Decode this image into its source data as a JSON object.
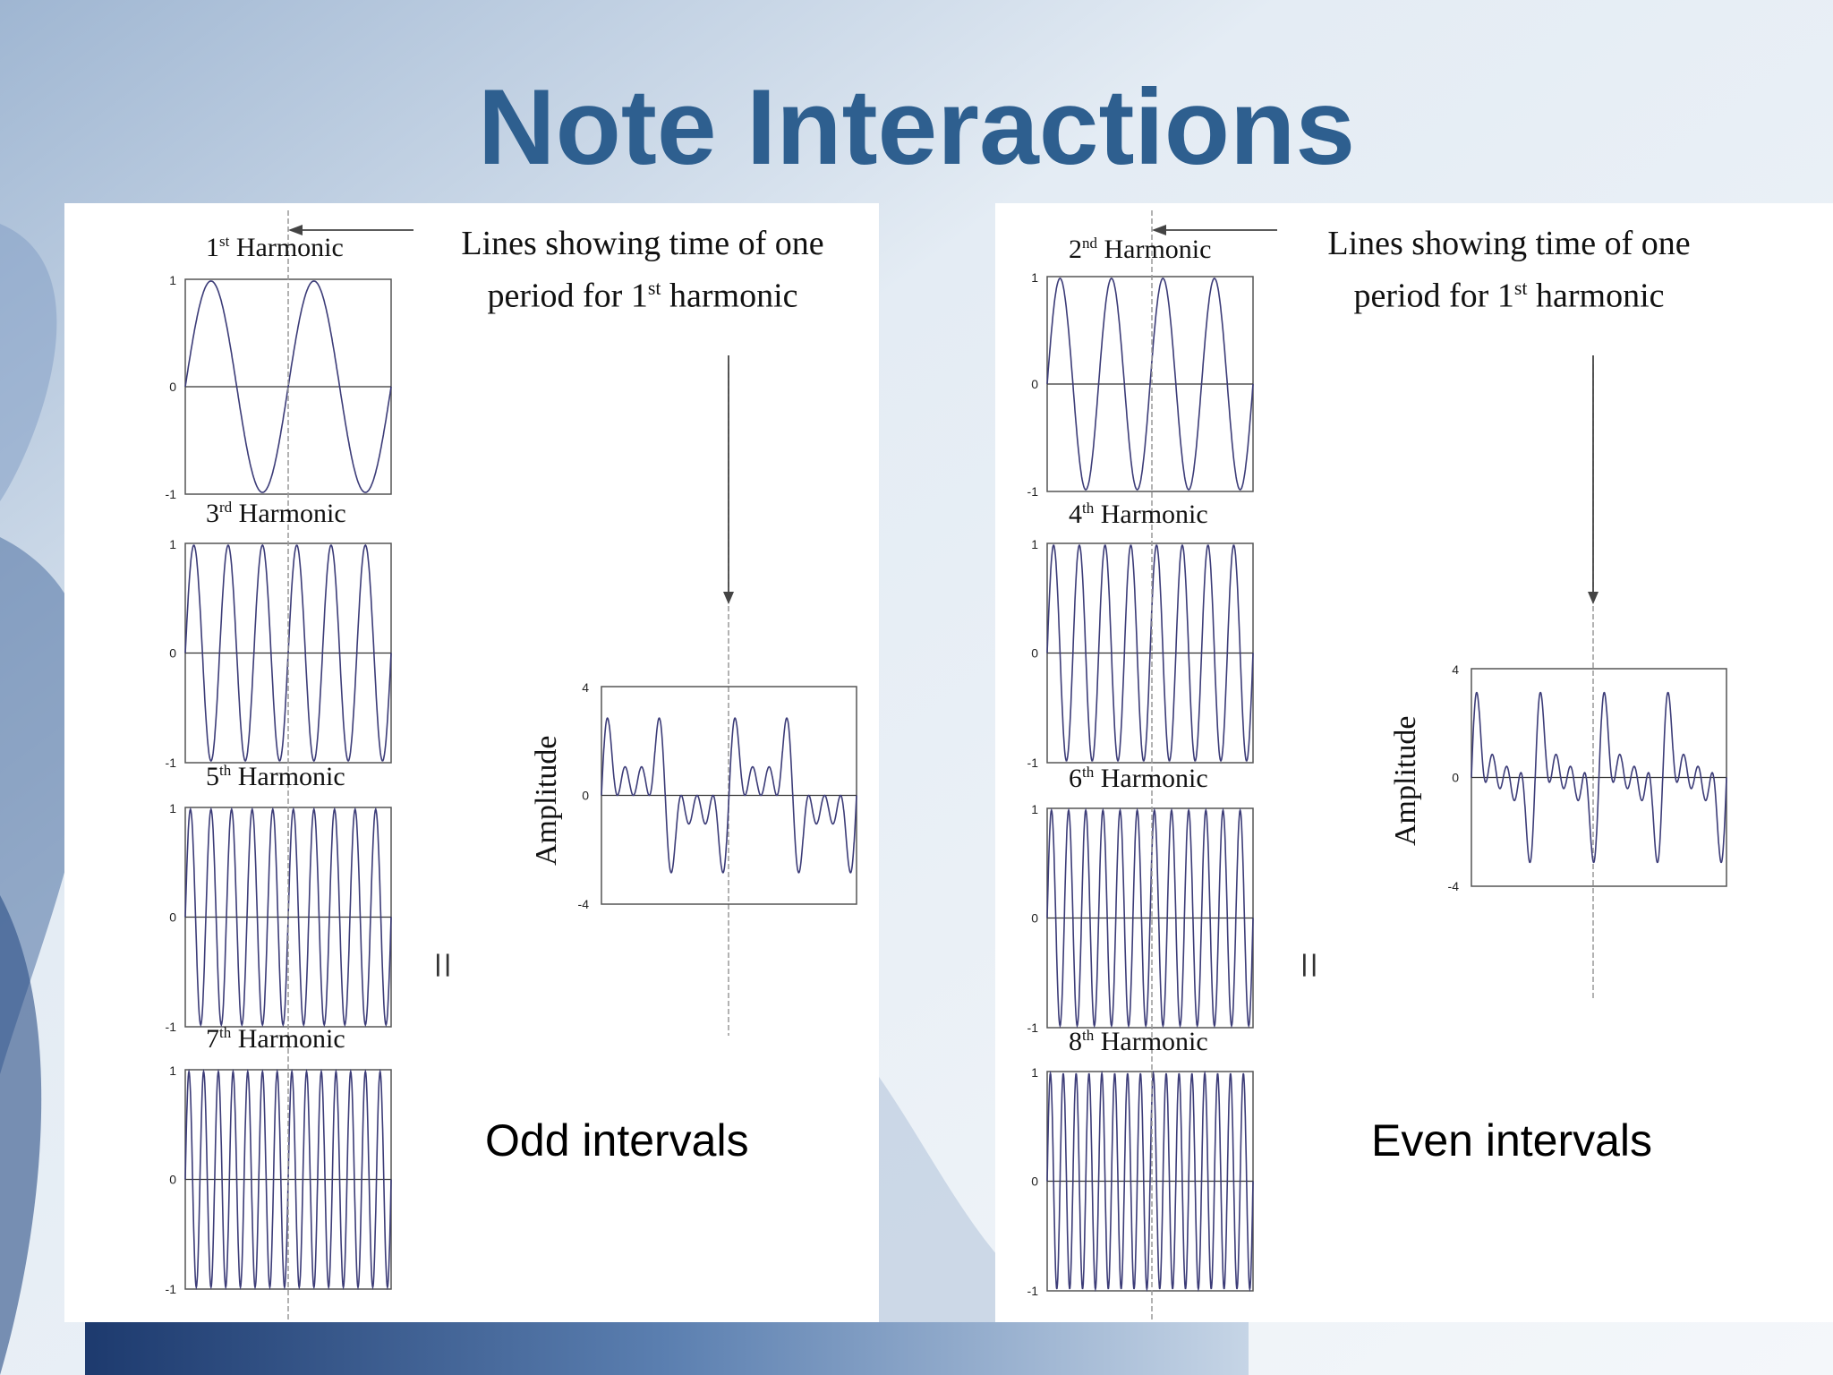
{
  "title": "Note Interactions",
  "left": {
    "harmonics": [
      {
        "n": "1",
        "sup": "st",
        "word": "Harmonic",
        "cycles": 2
      },
      {
        "n": "3",
        "sup": "rd",
        "word": "Harmonic",
        "cycles": 6
      },
      {
        "n": "5",
        "sup": "th",
        "word": "Harmonic",
        "cycles": 10
      },
      {
        "n": "7",
        "sup": "th",
        "word": "Harmonic",
        "cycles": 14
      }
    ],
    "note_line1": "Lines showing time of one",
    "note_line2a": "period for 1",
    "note_line2sup": "st",
    "note_line2b": " harmonic",
    "equals": "=",
    "amplitude_label": "Amplitude",
    "caption": "Odd intervals",
    "ticks_small": [
      "1",
      "0",
      "-1"
    ],
    "ticks_sum": [
      "4",
      "0",
      "-4"
    ]
  },
  "right": {
    "harmonics": [
      {
        "n": "2",
        "sup": "nd",
        "word": "Harmonic",
        "cycles": 4
      },
      {
        "n": "4",
        "sup": "th",
        "word": "Harmonic",
        "cycles": 8
      },
      {
        "n": "6",
        "sup": "th",
        "word": "Harmonic",
        "cycles": 12
      },
      {
        "n": "8",
        "sup": "th",
        "word": "Harmonic",
        "cycles": 16
      }
    ],
    "note_line1": "Lines showing time of one",
    "note_line2a": "period for 1",
    "note_line2sup": "st",
    "note_line2b": " harmonic",
    "equals": "=",
    "amplitude_label": "Amplitude",
    "caption": "Even intervals",
    "ticks_small": [
      "1",
      "0",
      "-1"
    ],
    "ticks_sum": [
      "4",
      "0",
      "-4"
    ]
  },
  "colors": {
    "title": "#2e5f8f",
    "wave": "#3c3c78",
    "frame": "#555555"
  }
}
